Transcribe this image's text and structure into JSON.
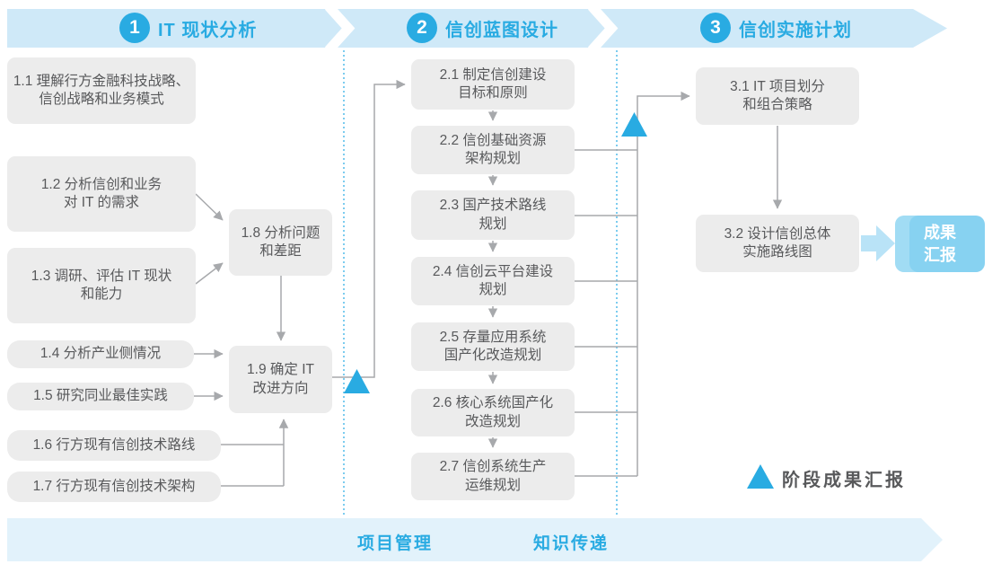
{
  "phases": [
    {
      "number": "1",
      "title": "IT 现状分析"
    },
    {
      "number": "2",
      "title": "信创蓝图设计"
    },
    {
      "number": "3",
      "title": "信创实施计划"
    }
  ],
  "stage1": {
    "b1": "1.1 理解行方金融科技战略、\n信创战略和业务模式",
    "b2": "1.2 分析信创和业务\n对 IT 的需求",
    "b3": "1.3 调研、评估 IT 现状\n和能力",
    "b4": "1.4 分析产业侧情况",
    "b5": "1.5 研究同业最佳实践",
    "b6": "1.6 行方现有信创技术路线",
    "b7": "1.7 行方现有信创技术架构",
    "b8": "1.8 分析问题\n和差距",
    "b9": "1.9 确定 IT\n改进方向"
  },
  "stage2": {
    "b1": "2.1 制定信创建设\n目标和原则",
    "b2": "2.2 信创基础资源\n架构规划",
    "b3": "2.3 国产技术路线\n规划",
    "b4": "2.4 信创云平台建设\n规划",
    "b5": "2.5 存量应用系统\n国产化改造规划",
    "b6": "2.6 核心系统国产化\n改造规划",
    "b7": "2.7 信创系统生产\n运维规划"
  },
  "stage3": {
    "b1": "3.1 IT 项目划分\n和组合策略",
    "b2": "3.2 设计信创总体\n实施路线图"
  },
  "result_box": "成果\n汇报",
  "legend": {
    "label": "阶段成果汇报"
  },
  "footer": {
    "left": "项目管理",
    "right": "知识传递"
  },
  "colors": {
    "accent_blue": "#29abe2",
    "banner_bg": "#cfe9f8",
    "footer_band_bg": "#e2f2fb",
    "box_bg": "#ececec",
    "box_text": "#58595b",
    "connector_gray": "#a7a9ac",
    "result_box_bg": "#87d2f1",
    "fat_arrow_blue": "#b9e3f7",
    "dotted_divider": "#45b7e8"
  }
}
